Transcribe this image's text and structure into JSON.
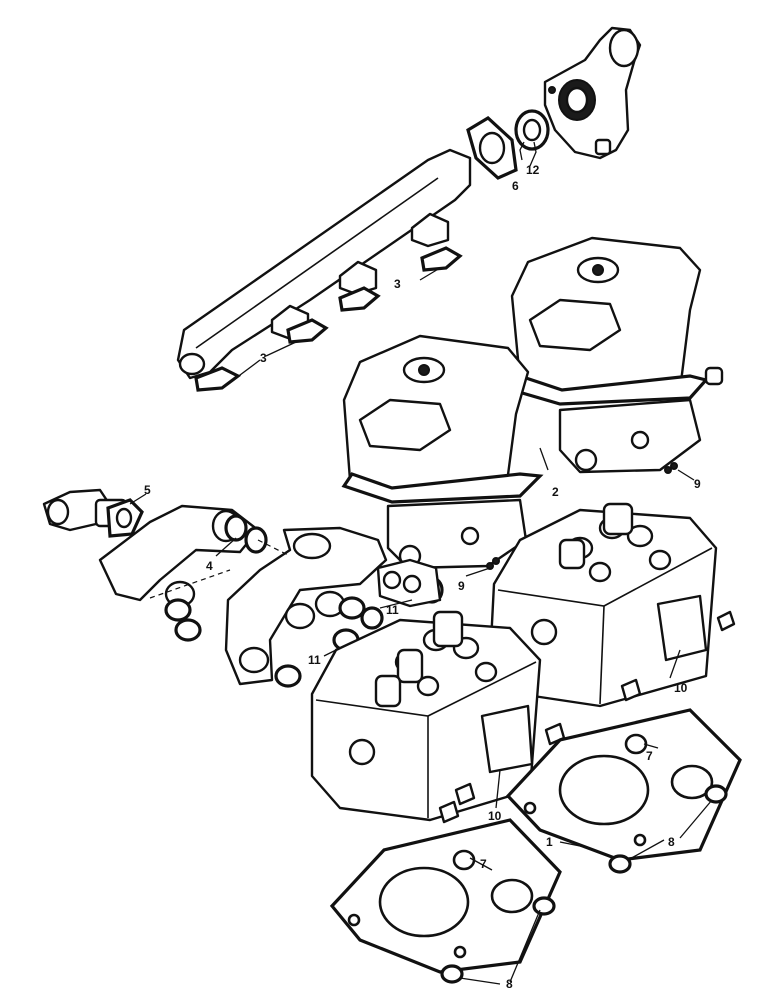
{
  "diagram": {
    "callouts": {
      "c1": "1",
      "c2": "2",
      "c3a": "3",
      "c3b": "3",
      "c4": "4",
      "c5": "5",
      "c6": "6",
      "c7a": "7",
      "c7b": "7",
      "c8a": "8",
      "c8b": "8",
      "c9a": "9",
      "c9b": "9",
      "c10a": "10",
      "c10b": "10",
      "c11a": "11",
      "c11b": "11",
      "c12": "12"
    }
  }
}
